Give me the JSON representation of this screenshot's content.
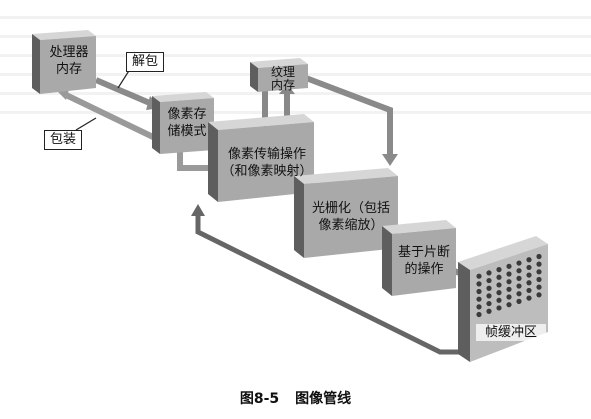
{
  "colors": {
    "block_face": "#a9a9a9",
    "block_side": "#5e5e5e",
    "block_top": "#d6d6d6",
    "arrow": "#7a7a7a",
    "arrow_dark": "#222222",
    "framebuffer_cell": "#3a3a3a"
  },
  "blocks": {
    "processor_memory": "处理器\n内存",
    "pixel_storage": "像素存\n储模式",
    "texture_memory": "纹理\n内存",
    "pixel_transfer": "像素传输操作\n（和像素映射）",
    "rasterization": "光栅化（包括\n像素缩放）",
    "fragment_ops": "基于片断\n的操作",
    "framebuffer": "帧缓冲区"
  },
  "callouts": {
    "unpack": "解包",
    "pack": "包装"
  },
  "caption": {
    "number": "图8-5",
    "title": "图像管线"
  }
}
